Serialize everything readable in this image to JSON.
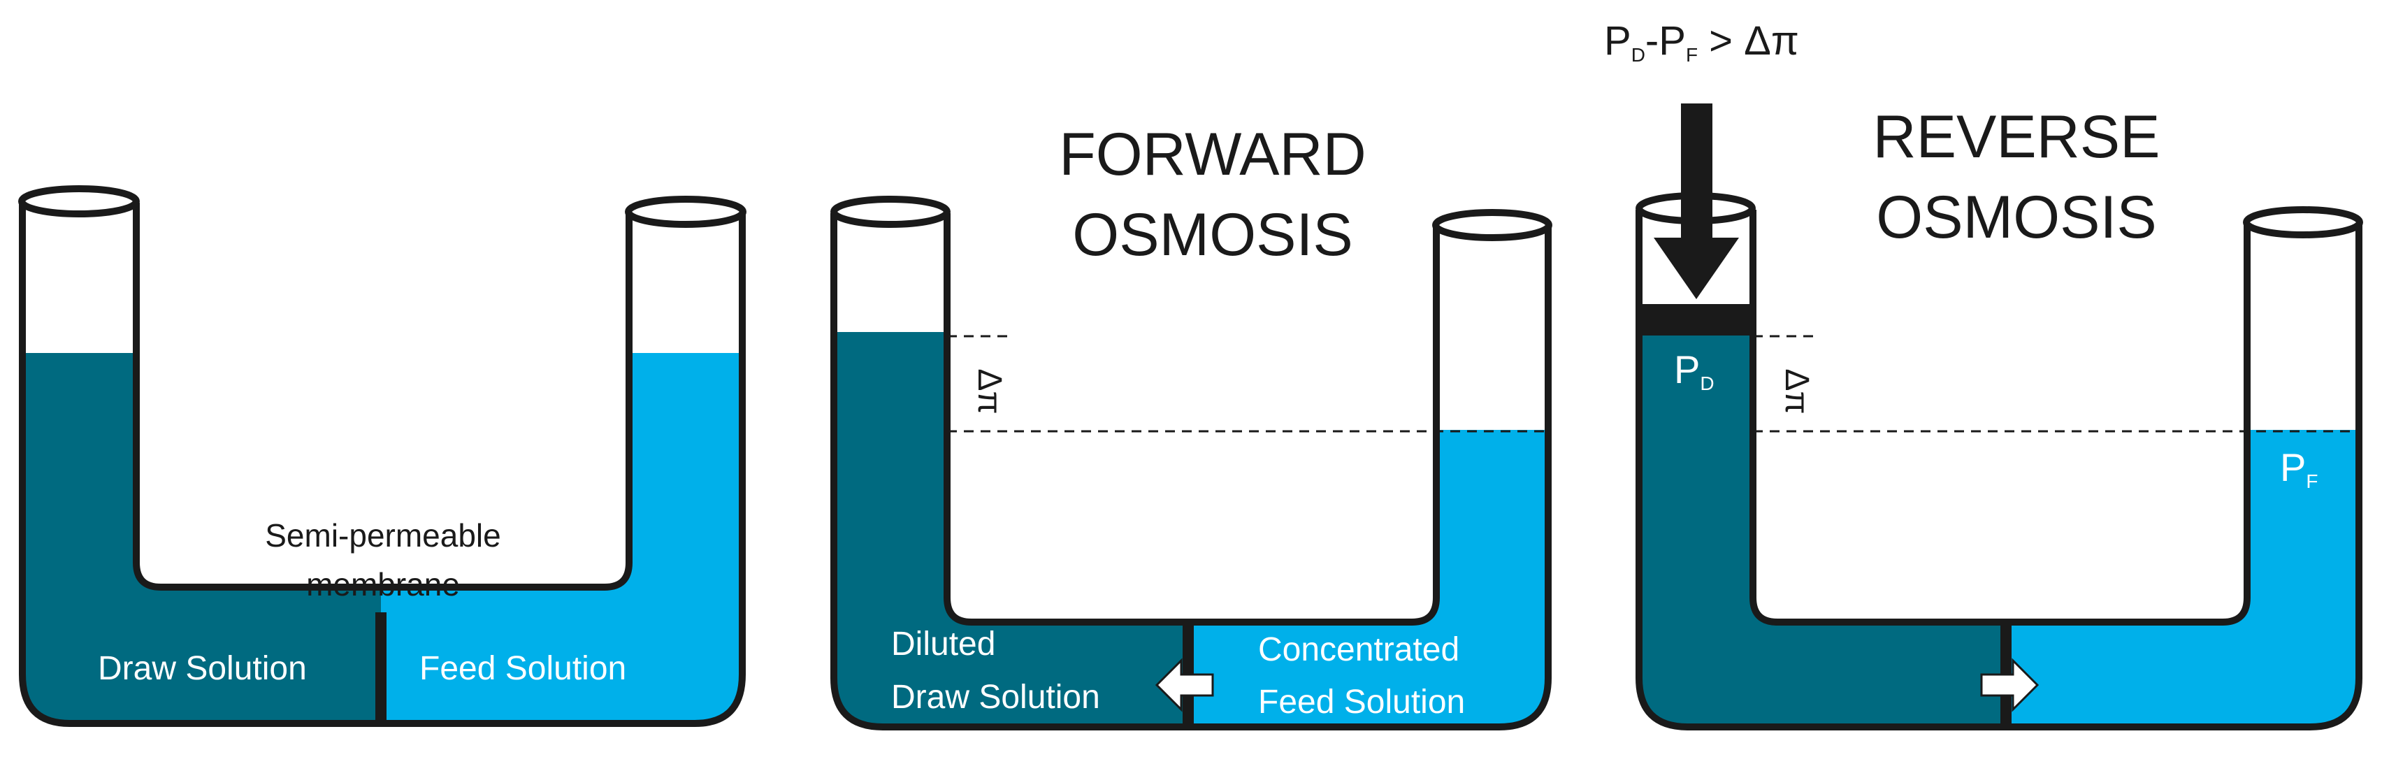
{
  "colors": {
    "draw": "#006a80",
    "feed": "#00b0ea",
    "outline": "#1a1a1a",
    "membrane": "#1a1a1a"
  },
  "labels": {
    "draw_solution": "Draw Solution",
    "feed_solution": "Feed Solution",
    "membrane_line1": "Semi-permeable",
    "membrane_line2": "membrane",
    "diluted_line1": "Diluted",
    "diluted_line2": "Draw Solution",
    "concentrated_line1": "Concentrated",
    "concentrated_line2": "Feed Solution"
  },
  "forward": {
    "title_line1": "FORWARD",
    "title_line2": "OSMOSIS",
    "delta_pi": "Δπ",
    "flow_direction": "feed-to-draw"
  },
  "reverse": {
    "title_line1": "REVERSE",
    "title_line2": "OSMOSIS",
    "delta_pi": "Δπ",
    "formula_p": "P",
    "formula_sub_d": "D",
    "formula_minus": "-",
    "formula_sub_f": "F",
    "formula_rest": " > Δπ",
    "pressure_draw": "P",
    "pressure_draw_sub": "D",
    "pressure_feed": "P",
    "pressure_feed_sub": "F",
    "flow_direction": "draw-to-feed"
  },
  "icons": {
    "piston": "piston-icon",
    "force_arrow": "down-arrow-icon",
    "flow_left": "left-arrow-icon",
    "flow_right": "right-arrow-icon"
  }
}
